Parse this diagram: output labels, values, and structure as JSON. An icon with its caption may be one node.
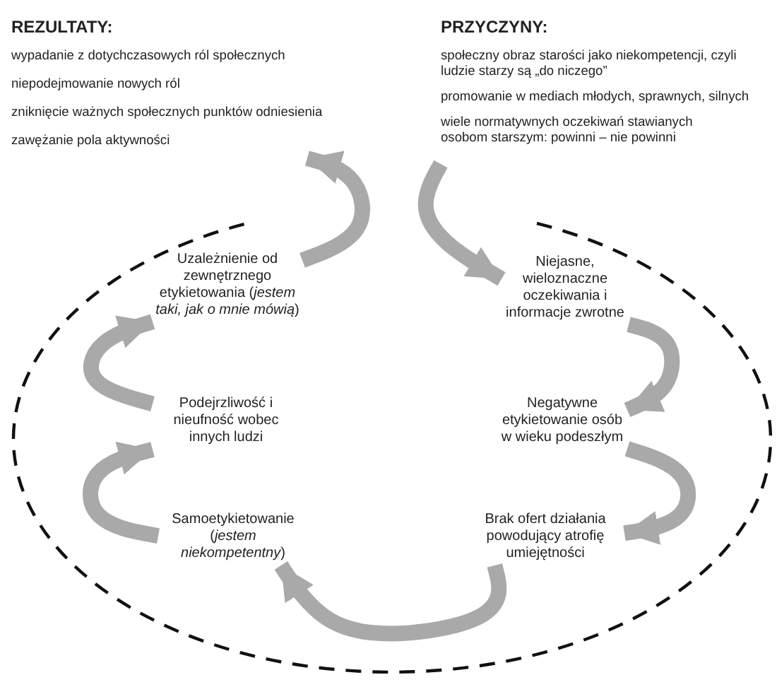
{
  "diagram": {
    "nodes": [
      {
        "text": [
          "REZULTATY:",
          "wypadanie z dotychczasowych ról społecznych",
          "niepodejmowanie nowych ról",
          "zniknięcie ważnych społecznych punktów odniesienia",
          "zawężanie pola aktywności"
        ]
      },
      {
        "text": [
          "PRZYCZYNY:",
          "społeczny obraz starości jako niekompetencji, czyli ludzie starzy są „do niczego”",
          "promowanie w mediach młodych, sprawnych, silnych",
          "wiele normatywnych oczekiwań stawianych osobom starszym: powinni – nie powinni"
        ]
      },
      {
        "text": [
          "Niejasne, wieloznaczne oczekiwania i informacje zwrotne"
        ]
      },
      {
        "text": [
          "Negatywne etykietowanie osób w wieku podeszłym"
        ]
      },
      {
        "text": [
          "Brak ofert działania powodujący atrofię umiejętności"
        ]
      },
      {
        "text": [
          "Samoetykietowanie (*jestem niekompetentny*)"
        ]
      },
      {
        "text": [
          "Podejrzliwość i nieufność wobec innych ludzi"
        ]
      },
      {
        "text": [
          "Uzależnienie od zewnętrznego etykietowania (*jestem taki, jak o mnie mówią*)"
        ]
      }
    ],
    "edges": [
      {
        "from": 1,
        "to": 2,
        "arrow": "to"
      },
      {
        "from": 2,
        "to": 3,
        "arrow": "to"
      },
      {
        "from": 3,
        "to": 4,
        "arrow": "to"
      },
      {
        "from": 4,
        "to": 5,
        "arrow": "to"
      },
      {
        "from": 5,
        "to": 6,
        "arrow": "to"
      },
      {
        "from": 6,
        "to": 7,
        "arrow": "to"
      },
      {
        "from": 7,
        "to": 0,
        "arrow": "to"
      }
    ]
  }
}
